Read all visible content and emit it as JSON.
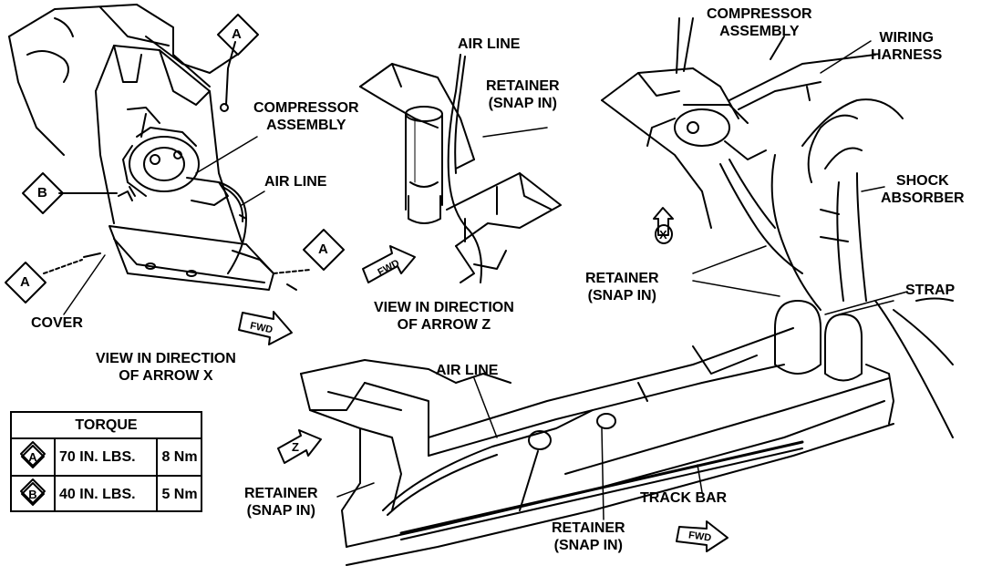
{
  "labels": {
    "compressor_assembly_left": [
      "COMPRESSOR",
      "ASSEMBLY"
    ],
    "air_line_left": "AIR LINE",
    "cover": "COVER",
    "view_x": [
      "VIEW IN DIRECTION",
      "OF ARROW X"
    ],
    "air_line_top": "AIR LINE",
    "retainer_top": [
      "RETAINER",
      "(SNAP IN)"
    ],
    "view_z": [
      "VIEW IN DIRECTION",
      "OF ARROW Z"
    ],
    "compressor_assembly_right": [
      "COMPRESSOR",
      "ASSEMBLY"
    ],
    "wiring_harness": [
      "WIRING",
      "HARNESS"
    ],
    "shock_absorber": [
      "SHOCK",
      "ABSORBER"
    ],
    "retainer_mid": [
      "RETAINER",
      "(SNAP IN)"
    ],
    "strap": "STRAP",
    "air_line_mid": "AIR LINE",
    "retainer_bottom_left": [
      "RETAINER",
      "(SNAP IN)"
    ],
    "retainer_bottom_mid": [
      "RETAINER",
      "(SNAP IN)"
    ],
    "track_bar": "TRACK BAR"
  },
  "callouts": {
    "a1": "A",
    "a2": "A",
    "a3": "A",
    "b1": "B",
    "arrow_x": "X",
    "arrow_z": "Z"
  },
  "fwd_arrows": [
    "FWD",
    "FWD",
    "FWD"
  ],
  "torque_table": {
    "title": "TORQUE",
    "rows": [
      {
        "symbol": "A",
        "value_imperial": "70 IN. LBS.",
        "value_metric": "8 Nm"
      },
      {
        "symbol": "B",
        "value_imperial": "40 IN. LBS.",
        "value_metric": "5 Nm"
      }
    ]
  }
}
